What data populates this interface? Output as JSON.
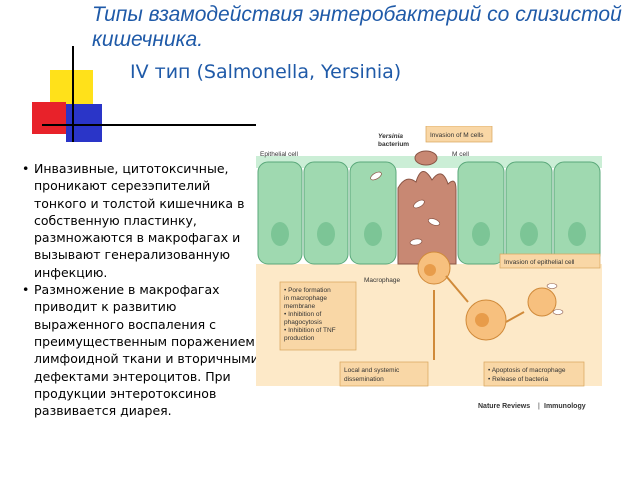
{
  "slide": {
    "title": "Типы взамодействия энтеробактерий со слизистой кишечника.",
    "subtitle": "IV тип (Salmonella, Yersinia)",
    "bullets": [
      "Инвазивные, цитотоксичные, проникают серезэпителий тонкого и толстой кишечника в собственную пластинку, размножаются в макрофагах и вызывают генерализованную инфекцию.",
      "Размножение в макрофагах приводит к развитию выраженного воспаления с преимущественным поражением лимфоидной ткани и вторичными дефектами энтероцитов. При продукции энтеротоксинов развивается диарея."
    ]
  },
  "figure": {
    "labels": {
      "epithelial_cell": "Epithelial cell",
      "yersinia_line1": "Yersinia",
      "yersinia_line2": "bacterium",
      "m_cell": "M cell",
      "macrophage": "Macrophage",
      "invasion_m_cells": "Invasion of M cells",
      "invasion_epithelial": "Invasion of epithelial cell",
      "macrophage_effects": [
        "• Pore formation",
        "  in macrophage",
        "  membrane",
        "• Inhibition of",
        "  phagocytosis",
        "• Inhibition of TNF",
        "  production"
      ],
      "dissemination": [
        "Local and systemic",
        "dissemination"
      ],
      "apoptosis": [
        "• Apoptosis of macrophage",
        "• Release of bacteria"
      ],
      "source_journal": "Nature Reviews",
      "source_section": "Immunology"
    }
  },
  "colors": {
    "title": "#1f5aa8",
    "deco_yellow": "#ffe11a",
    "deco_red": "#e8222a",
    "deco_blue": "#2a35c8",
    "epithelium": "#9fd9b0",
    "m_cell": "#c88873",
    "lamina": "#fde9c8",
    "info_box": "#f9d7a6"
  }
}
